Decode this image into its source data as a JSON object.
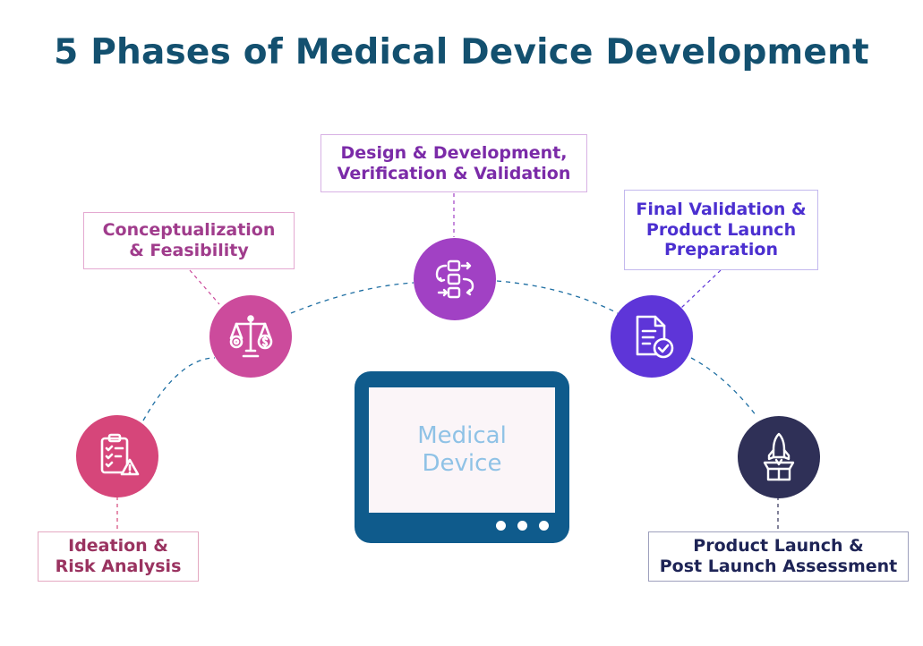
{
  "title": "5 Phases of Medical Device Development",
  "center": {
    "line1": "Medical",
    "line2": "Device"
  },
  "phases": [
    {
      "line1": "Ideation &",
      "line2": "Risk Analysis",
      "color": "#d6467a",
      "text_color": "#9a3360",
      "icon": "clipboard-warning-icon"
    },
    {
      "line1": "Conceptualization",
      "line2": "& Feasibility",
      "color": "#cc4b9c",
      "text_color": "#a03c8c",
      "icon": "balance-scale-icon"
    },
    {
      "line1": "Design & Development,",
      "line2": "Verification & Validation",
      "color": "#a141c4",
      "text_color": "#7b2ba8",
      "icon": "process-flow-icon"
    },
    {
      "line1": "Final Validation &",
      "line2": "Product Launch",
      "line3": "Preparation",
      "color": "#5e35d8",
      "text_color": "#4b2fd0",
      "icon": "document-check-icon"
    },
    {
      "line1": "Product Launch &",
      "line2": "Post Launch Assessment",
      "color": "#2f3057",
      "text_color": "#1e2456",
      "icon": "rocket-box-icon"
    }
  ]
}
